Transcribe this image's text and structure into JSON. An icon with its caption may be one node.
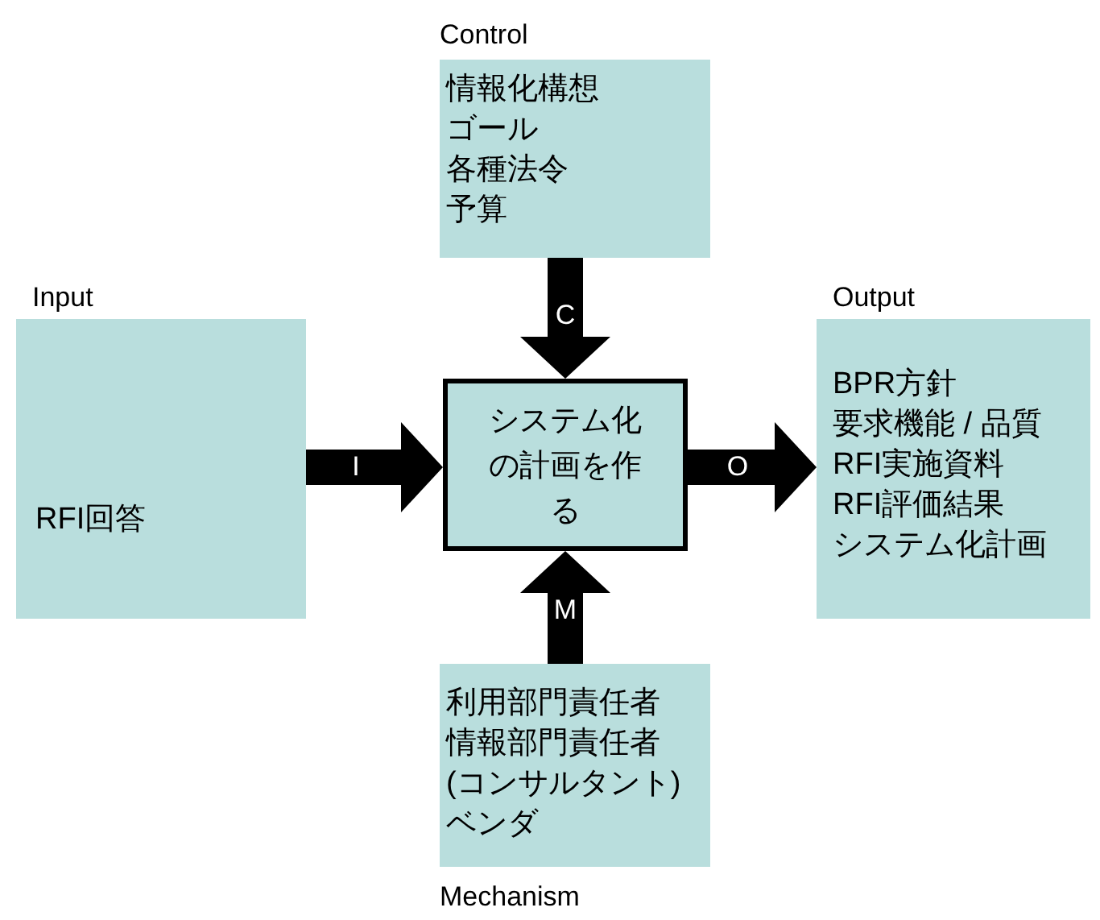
{
  "diagram": {
    "nodes": [
      {
        "text": [
          "Control",
          "情報化構想",
          "ゴール",
          "各種法令",
          "予算"
        ]
      },
      {
        "text": [
          "Input",
          "RFI回答"
        ]
      },
      {
        "text": [
          "システム化の計画を作る"
        ]
      },
      {
        "text": [
          "Output",
          "BPR方針",
          "要求機能 / 品質",
          "RFI実施資料",
          "RFI評価結果",
          "システム化計画"
        ]
      },
      {
        "text": [
          "利用部門責任者",
          "情報部門責任者",
          "(コンサルタント)",
          "ベンダ",
          "Mechanism"
        ]
      }
    ],
    "edges": [
      {
        "from": 0,
        "to": 2,
        "arrow": "to",
        "label": "C"
      },
      {
        "from": 1,
        "to": 2,
        "arrow": "to",
        "label": "I"
      },
      {
        "from": 2,
        "to": 3,
        "arrow": "to",
        "label": "O"
      },
      {
        "from": 4,
        "to": 2,
        "arrow": "to",
        "label": "M"
      }
    ]
  }
}
